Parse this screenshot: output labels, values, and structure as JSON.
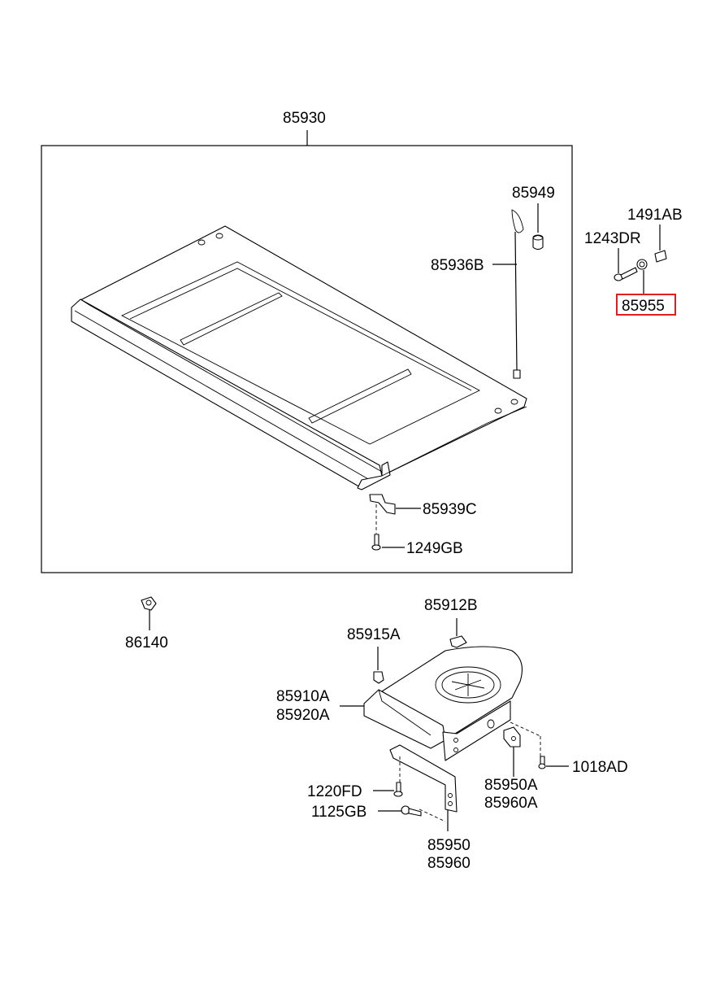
{
  "labels": {
    "p85930": "85930",
    "p85949": "85949",
    "p1491AB": "1491AB",
    "p1243DR": "1243DR",
    "p85936B": "85936B",
    "p85955": "85955",
    "p85939C": "85939C",
    "p1249GB": "1249GB",
    "p86140": "86140",
    "p85912B": "85912B",
    "p85915A": "85915A",
    "p85910A": "85910A",
    "p85920A": "85920A",
    "p1018AD": "1018AD",
    "p1220FD": "1220FD",
    "p1125GB": "1125GB",
    "p85950A": "85950A",
    "p85960A": "85960A",
    "p85950": "85950",
    "p85960": "85960"
  },
  "highlight": {
    "part": "85955",
    "color": "#e02020"
  }
}
